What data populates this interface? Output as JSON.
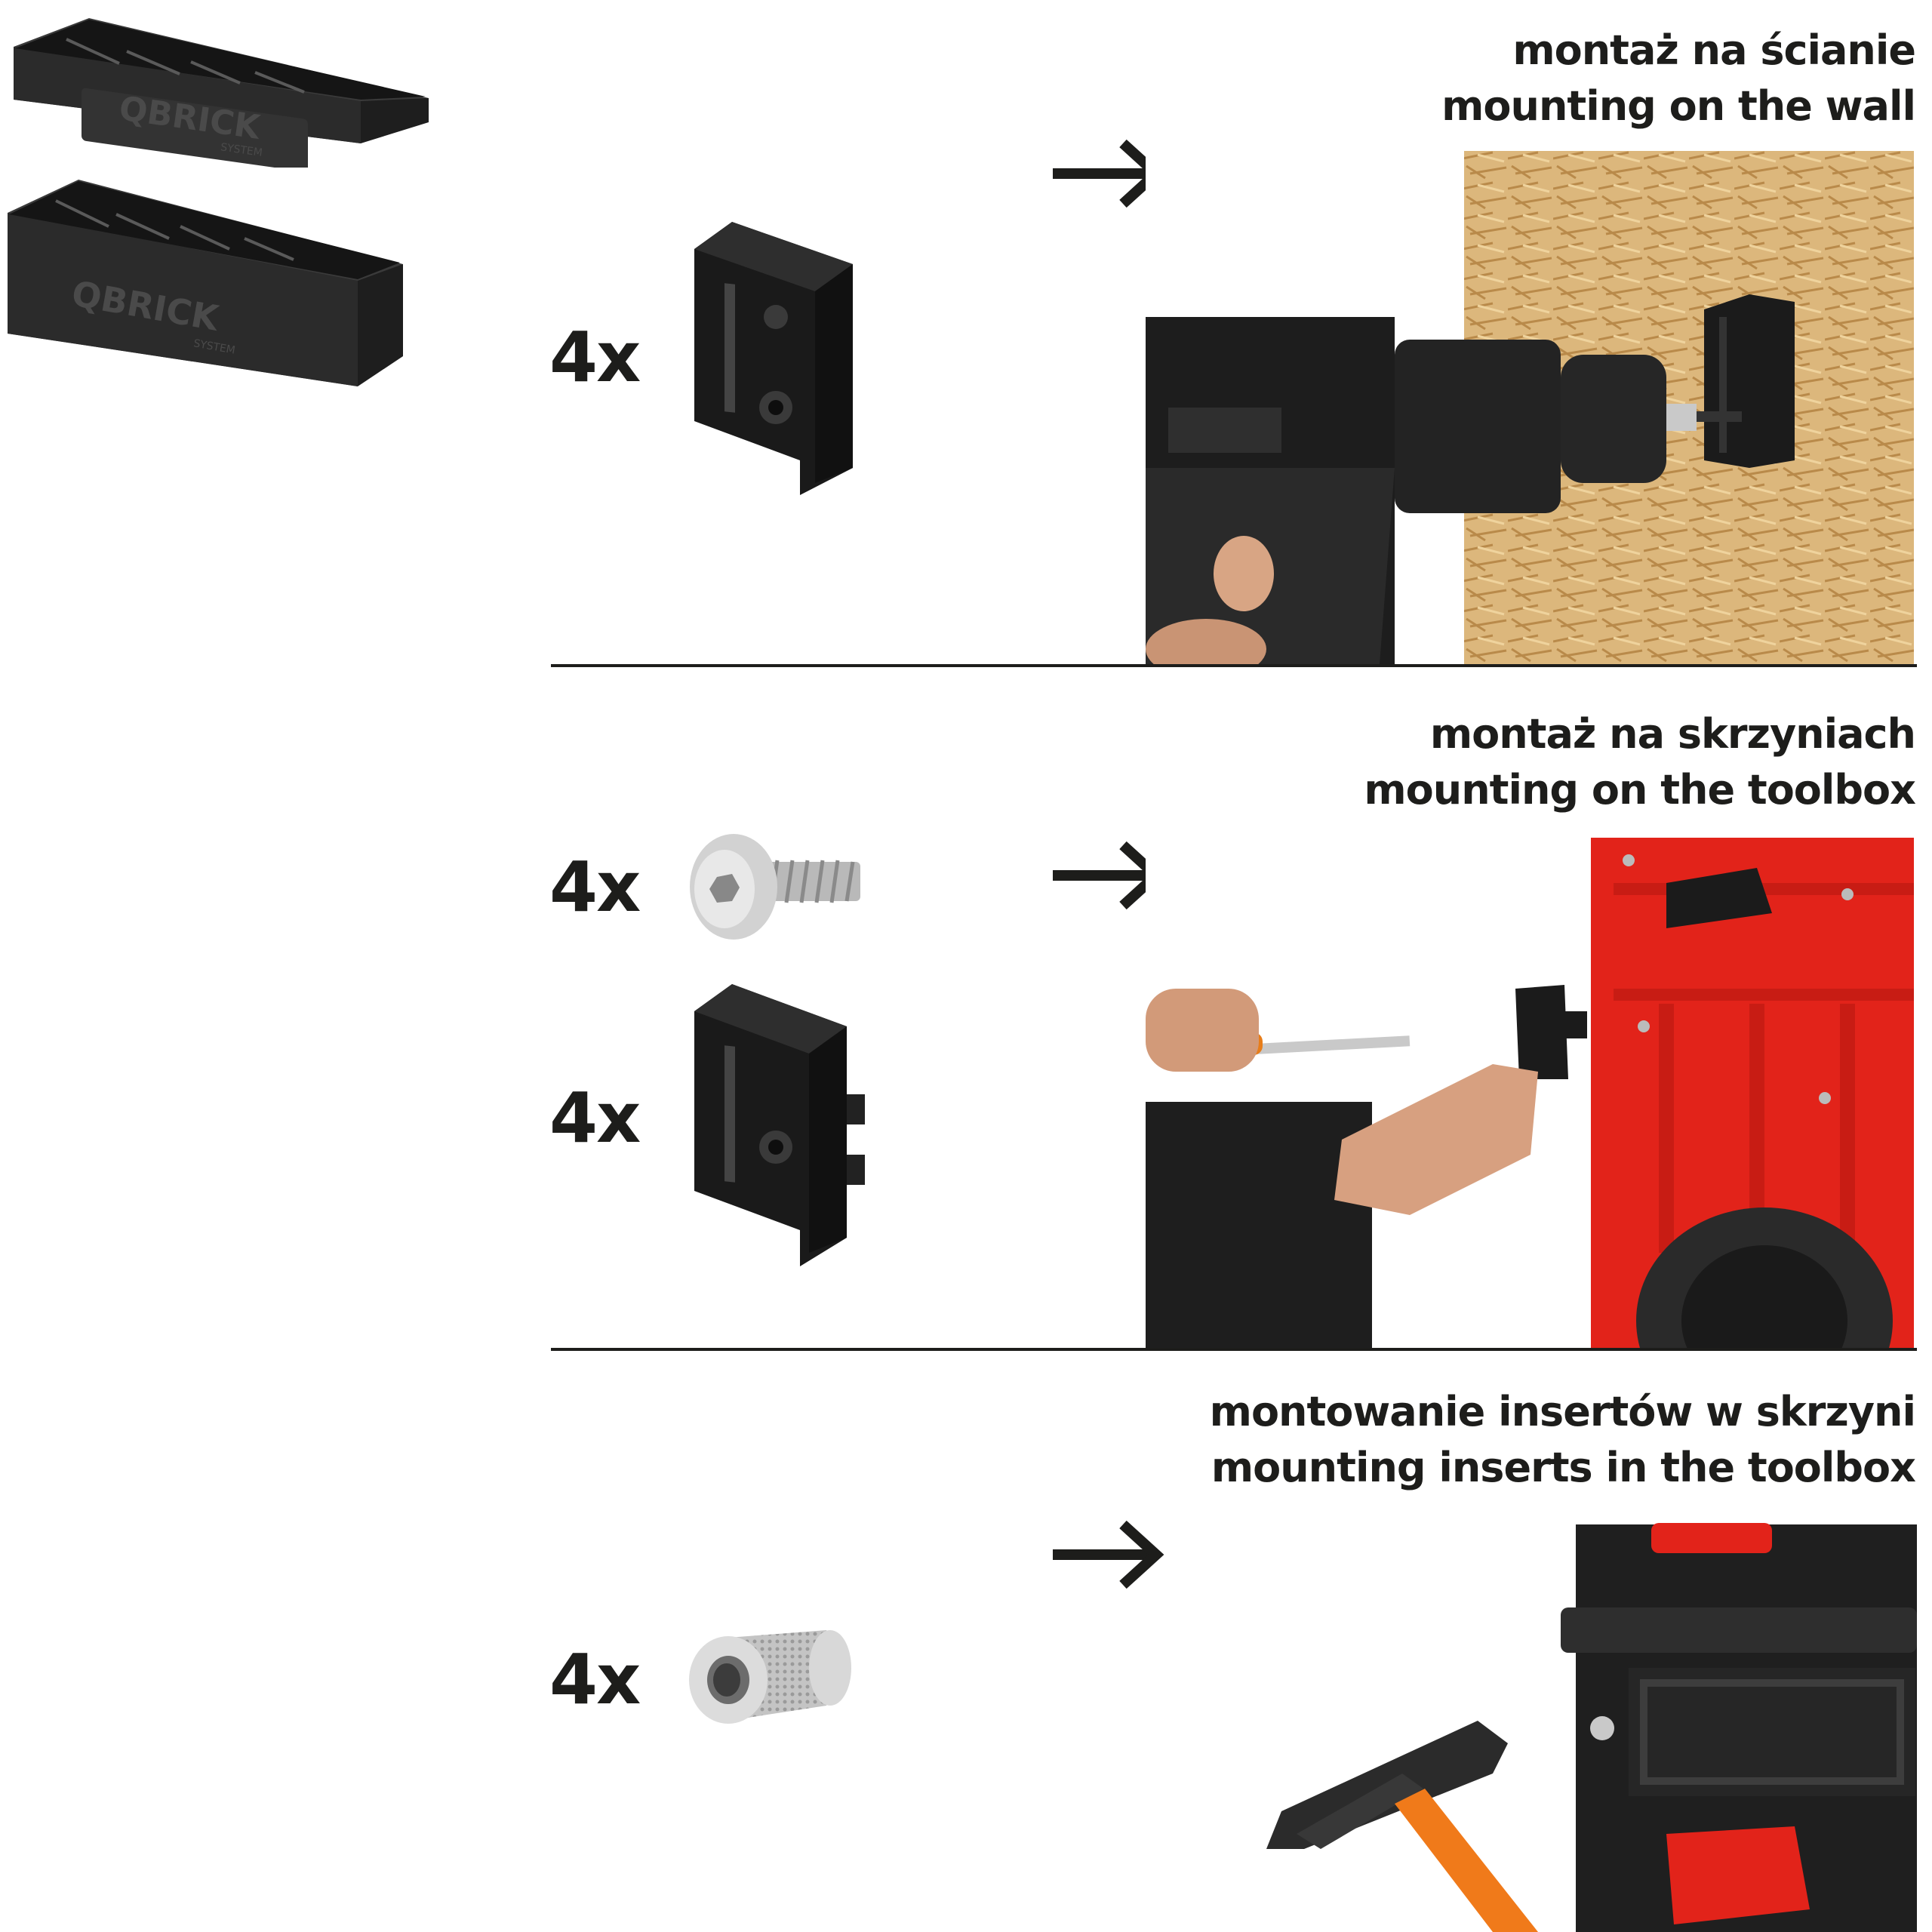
{
  "products": {
    "organizer_top": {
      "brand": "QBRICK",
      "sub": "SYSTEM"
    },
    "organizer_bottom": {
      "brand": "QBRICK",
      "sub": "SYSTEM"
    }
  },
  "sections": [
    {
      "title_pl": "montaż na ścianie",
      "title_en": "mounting on the wall",
      "items": [
        {
          "qty": "4x",
          "part": "wall-bracket"
        }
      ],
      "photo": "drill-mounting-on-osb-wall"
    },
    {
      "title_pl": "montaż na skrzyniach",
      "title_en": "mounting on the toolbox",
      "items": [
        {
          "qty": "4x",
          "part": "hex-screw"
        },
        {
          "qty": "4x",
          "part": "toolbox-bracket"
        }
      ],
      "photo": "screwdriver-mounting-on-red-toolbox"
    },
    {
      "title_pl": "montowanie insertów w skrzyni",
      "title_en": "mounting inserts in the toolbox",
      "items": [
        {
          "qty": "4x",
          "part": "threaded-insert"
        }
      ],
      "photo": "hammer-insert-into-black-toolbox"
    }
  ],
  "colors": {
    "text": "#1d1d1b",
    "plastic": "#1f1f1f",
    "toolbox_red": "#e2231a",
    "osb": "#d9b47a",
    "handle_orange": "#f07a1a"
  }
}
